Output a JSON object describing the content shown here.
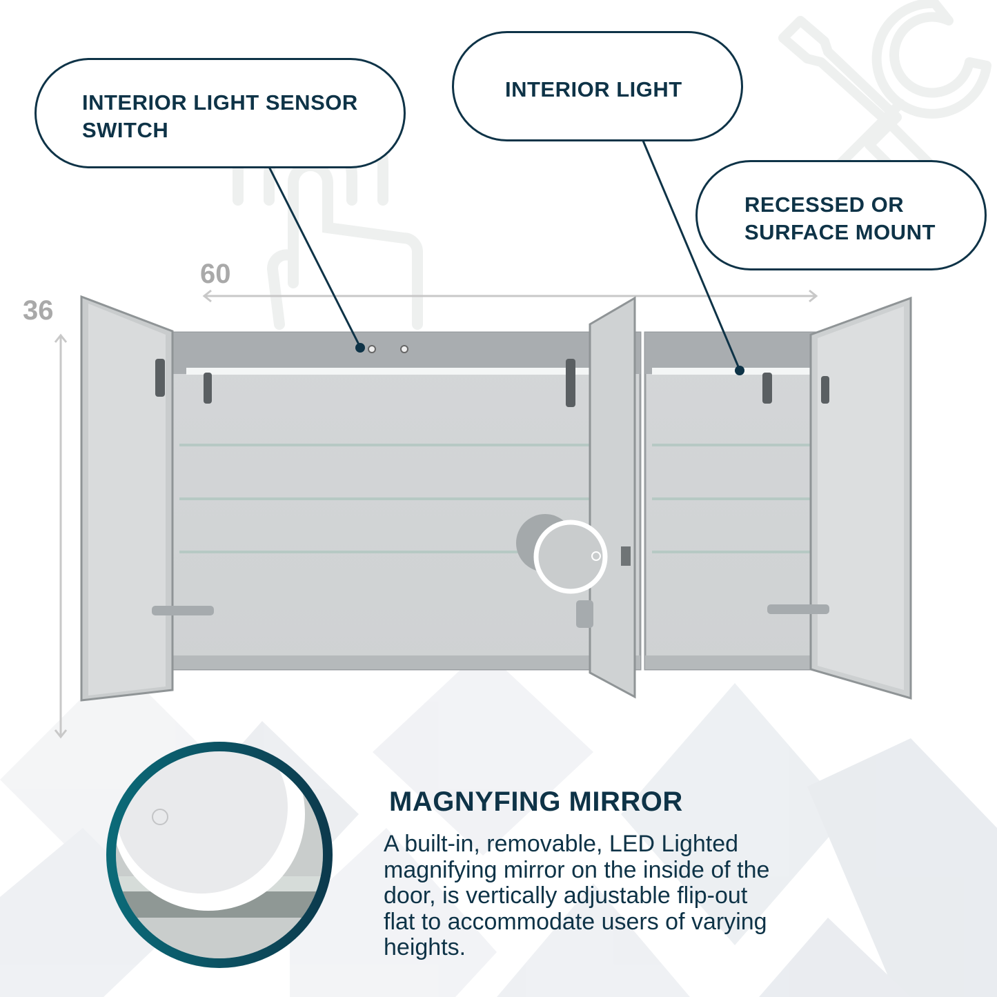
{
  "callouts": {
    "sensor_switch": {
      "label": "INTERIOR LIGHT SENSOR\nSWITCH"
    },
    "interior_light": {
      "label": "INTERIOR LIGHT"
    },
    "mount": {
      "label": "RECESSED OR\nSURFACE MOUNT"
    }
  },
  "dimensions": {
    "width": "60",
    "height": "36"
  },
  "feature": {
    "title": "MAGNYFING MIRROR",
    "description": "A built-in, removable, LED Lighted\nmagnifying mirror on the inside of the\ndoor, is vertically adjustable flip-out\nflat to accommodate users of varying\nheights."
  },
  "colors": {
    "navy": "#0e3347",
    "teal": "#0b6a78",
    "dimension_gray": "#a9a9a9",
    "watermark": "#eef0ef"
  },
  "icons": [
    "touch-hand-icon",
    "wrench-screwdriver-icon"
  ]
}
